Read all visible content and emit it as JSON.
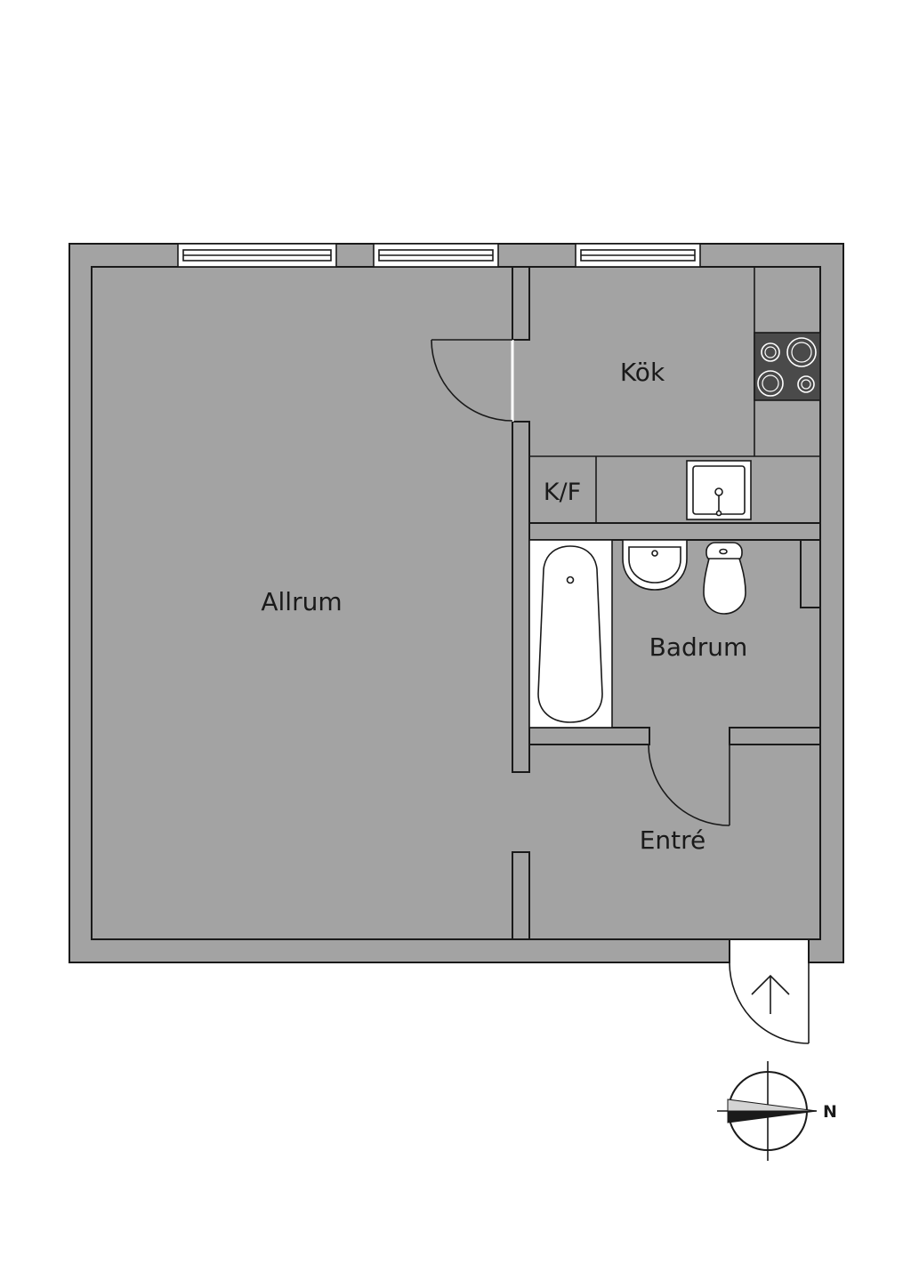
{
  "rooms": {
    "living": "Allrum",
    "kitchen": "Kök",
    "fridge": "K/F",
    "bathroom": "Badrum",
    "entrance": "Entré"
  },
  "compass": {
    "north_label": "N"
  },
  "colors": {
    "wall_fill": "#a3a3a3",
    "line": "#1a1a1a",
    "stove": "#4a4a4a",
    "background": "#ffffff"
  }
}
